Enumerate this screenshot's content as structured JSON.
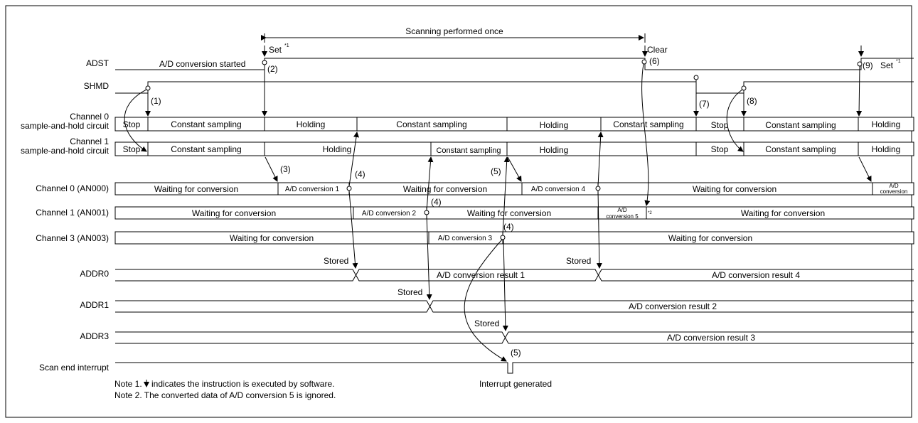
{
  "span_label": "Scanning performed once",
  "signals": {
    "adst": "ADST",
    "shmd": "SHMD",
    "ch0_sh_line1": "Channel 0",
    "ch0_sh_line2": "sample-and-hold circuit",
    "ch1_sh_line1": "Channel 1",
    "ch1_sh_line2": "sample-and-hold circuit",
    "ch0_an": "Channel 0 (AN000)",
    "ch1_an": "Channel 1 (AN001)",
    "ch3_an": "Channel 3 (AN003)",
    "addr0": "ADDR0",
    "addr1": "ADDR1",
    "addr3": "ADDR3",
    "scan_end": "Scan end interrupt"
  },
  "adst": {
    "set_label": "Set",
    "set_sup": "*1",
    "clear_label": "Clear",
    "started_label": "A/D conversion started",
    "set2_label": "Set",
    "set2_sup": "*1"
  },
  "ch0_sh": {
    "stop1": "Stop",
    "sampling1": "Constant sampling",
    "holding1": "Holding",
    "sampling2": "Constant sampling",
    "holding2": "Holding",
    "sampling3": "Constant sampling",
    "stop2": "Stop",
    "sampling4": "Constant sampling",
    "holding3": "Holding"
  },
  "ch1_sh": {
    "stop1": "Stop",
    "sampling1": "Constant sampling",
    "holding1": "Holding",
    "sampling2": "Constant sampling",
    "holding2": "Holding",
    "stop2": "Stop",
    "sampling3": "Constant sampling",
    "holding3": "Holding"
  },
  "ch0_an": {
    "wait1": "Waiting for conversion",
    "conv1": "A/D conversion 1",
    "wait2": "Waiting for conversion",
    "conv4": "A/D conversion 4",
    "wait3": "Waiting for conversion",
    "conv_end_line1": "A/D",
    "conv_end_line2": "conversion"
  },
  "ch1_an": {
    "wait1": "Waiting for conversion",
    "conv2": "A/D conversion 2",
    "wait2": "Waiting for conversion",
    "conv5_line1": "A/D",
    "conv5_line2": "conversion 5",
    "conv5_sup": "*2",
    "wait3": "Waiting for conversion"
  },
  "ch3_an": {
    "wait1": "Waiting for conversion",
    "conv3": "A/D conversion 3",
    "wait2": "Waiting for conversion"
  },
  "addr0": {
    "stored1": "Stored",
    "result1": "A/D conversion result 1",
    "stored2": "Stored",
    "result4": "A/D conversion result 4"
  },
  "addr1": {
    "stored": "Stored",
    "result2": "A/D conversion result 2"
  },
  "addr3": {
    "stored": "Stored",
    "result3": "A/D conversion result 3"
  },
  "scan_end": {
    "interrupt_label": "Interrupt generated"
  },
  "annotations": {
    "n1": "(1)",
    "n2": "(2)",
    "n3": "(3)",
    "n4": "(4)",
    "n5": "(5)",
    "n6": "(6)",
    "n7": "(7)",
    "n8": "(8)",
    "n9": "(9)"
  },
  "notes": {
    "note1_prefix": "Note 1.",
    "note1_text": "indicates the instruction is executed by software.",
    "note2": "Note 2.  The converted data of A/D conversion 5 is ignored."
  }
}
